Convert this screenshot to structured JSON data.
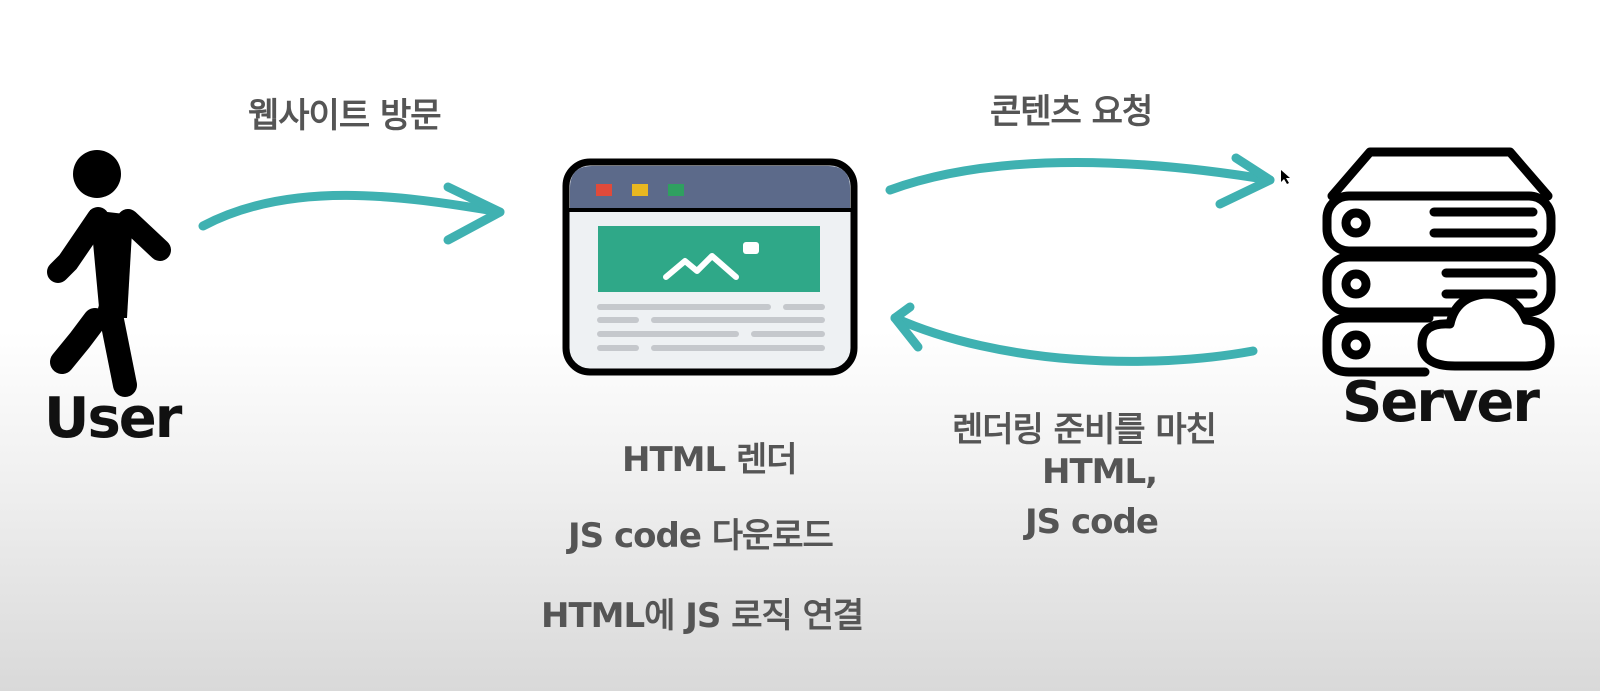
{
  "labels": {
    "visit": "웹사이트 방문",
    "request": "콘텐츠 요청",
    "response_line1": "렌더링 준비를 마친",
    "response_line2": "HTML,",
    "response_line3": "JS code",
    "step1": "HTML 렌더",
    "step2": "JS code 다운로드",
    "step3": "HTML에 JS 로직 연결"
  },
  "actors": {
    "user": "User",
    "server": "Server"
  },
  "icons": {
    "user": "walking-person-icon",
    "browser": "browser-window-icon",
    "server": "server-cloud-icon"
  },
  "colors": {
    "arrow": "#3fb1b1",
    "browser_header": "#5c6a8a",
    "browser_image": "#2fa888",
    "dot_red": "#e04a3a",
    "dot_yellow": "#e8b820",
    "dot_green": "#2fa060"
  }
}
